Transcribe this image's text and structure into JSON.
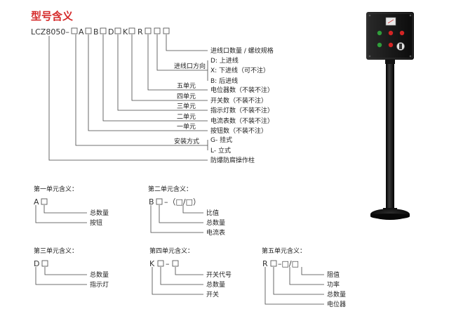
{
  "title": "型号含义",
  "main": {
    "prefix": "LCZ8050–",
    "letters": [
      "A",
      "B",
      "D",
      "K",
      "R"
    ],
    "labels": {
      "ports": "进线口数量 / 螺纹规格",
      "inlet_dir": "进线口方向",
      "dir_d": "D: 上进线",
      "dir_x": "X: 下进线（可不注）",
      "dir_b": "B: 后进线",
      "unit5": "五单元",
      "pot": "电位器数（不装不注）",
      "unit4": "四单元",
      "switch": "开关数（不装不注）",
      "unit3": "三单元",
      "lamp": "指示灯数（不装不注）",
      "unit2": "二单元",
      "ammeter": "电流表数（不装不注）",
      "unit1": "一单元",
      "button": "按钮数（不装不注）",
      "install": "安装方式",
      "hang": "G- 挂式",
      "stand": "L- 立式",
      "product": "防爆防腐操作柱"
    }
  },
  "units": [
    {
      "title": "第一单元含义：",
      "code": "A",
      "labels": [
        "总数量",
        "按钮"
      ]
    },
    {
      "title": "第二单元含义：",
      "code": "B",
      "suffix": "–（□/□）",
      "labels": [
        "比值",
        "总数量",
        "电流表"
      ]
    },
    {
      "title": "第三单元含义：",
      "code": "D",
      "labels": [
        "总数量",
        "指示灯"
      ]
    },
    {
      "title": "第四单元含义：",
      "code": "K",
      "suffix": "–",
      "labels": [
        "开关代号",
        "总数量",
        "开关"
      ]
    },
    {
      "title": "第五单元含义：",
      "code": "R",
      "suffix": "–□/□",
      "labels": [
        "阻值",
        "功率",
        "总数量",
        "电位器"
      ]
    }
  ],
  "colors": {
    "title": "#d52a2a",
    "line": "#444444",
    "enclosure": "#1c1c1c",
    "pole": "#0d0d0d"
  }
}
